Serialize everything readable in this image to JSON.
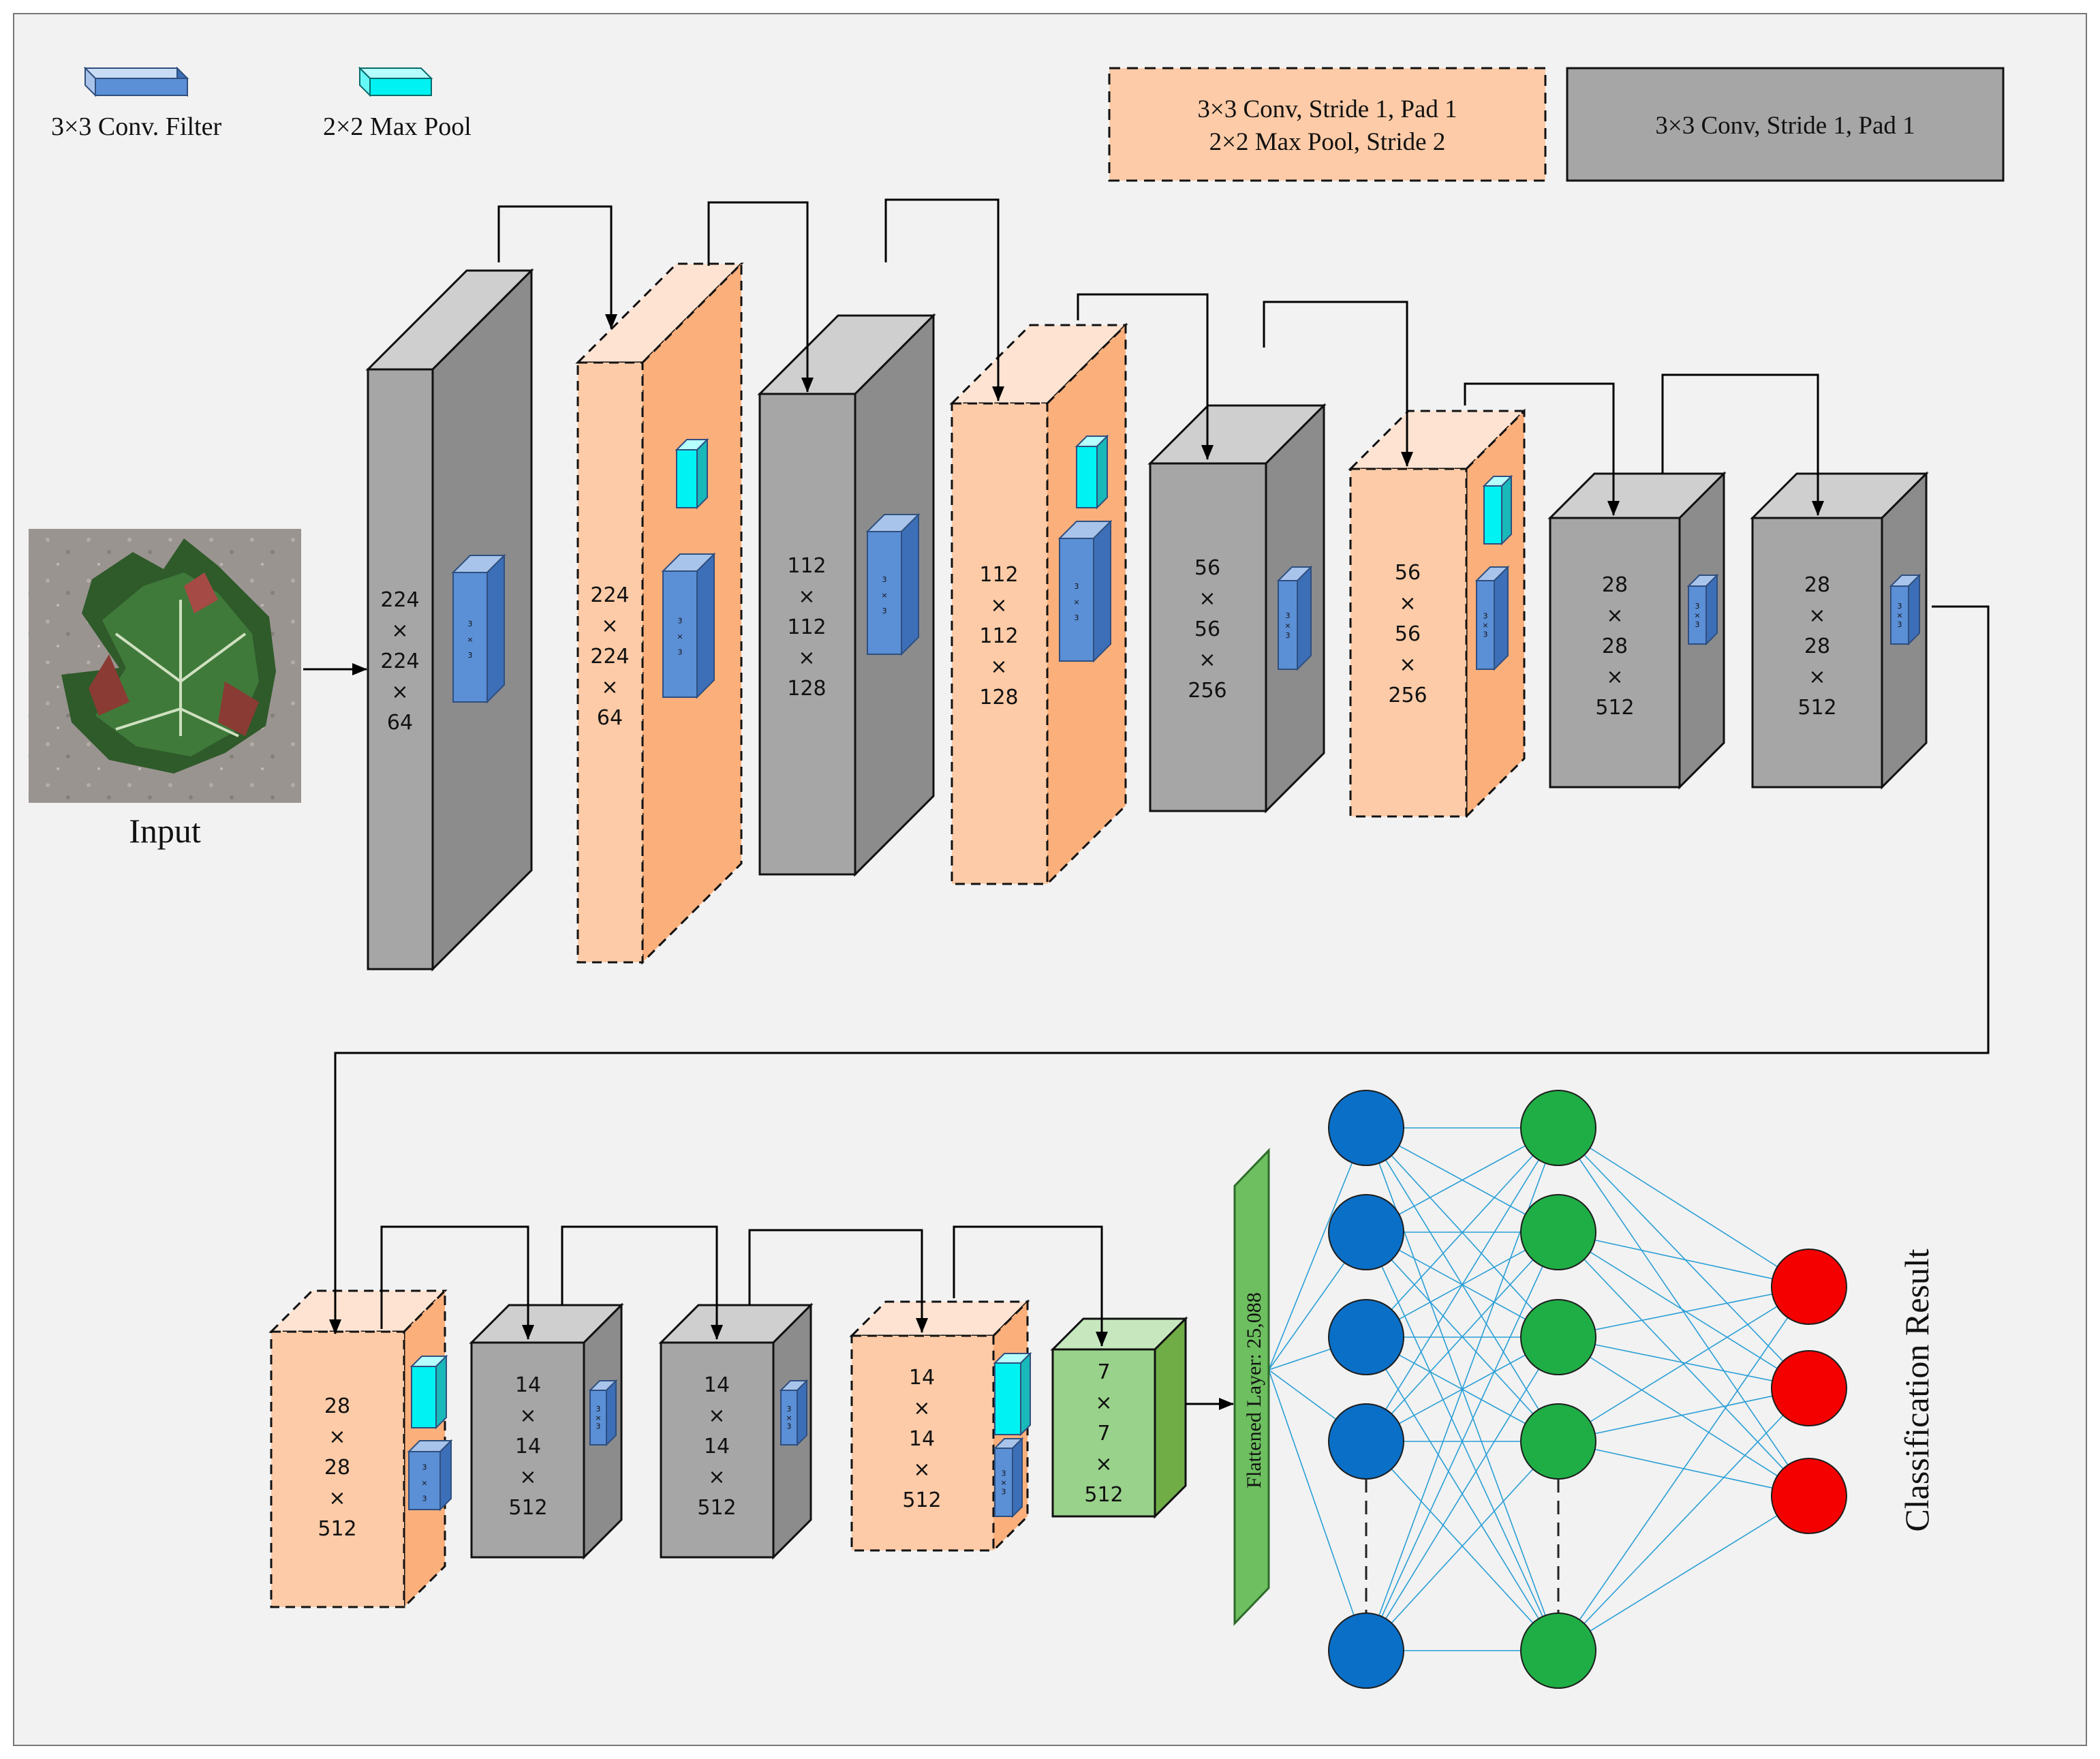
{
  "legend": {
    "conv_filter_label": "3×3 Conv. Filter",
    "max_pool_label": "2×2 Max Pool",
    "conv_pool_box_line1": "3×3 Conv, Stride 1, Pad 1",
    "conv_pool_box_line2": "2×2 Max Pool, Stride 2",
    "conv_box": "3×3 Conv, Stride 1, Pad 1"
  },
  "input_label": "Input",
  "filter_label": [
    "3",
    "×",
    "3"
  ],
  "blocks": [
    {
      "kind": "conv",
      "lines": [
        "224",
        "×",
        "224",
        "×",
        "64"
      ]
    },
    {
      "kind": "pool",
      "lines": [
        "224",
        "×",
        "224",
        "×",
        "64"
      ]
    },
    {
      "kind": "conv",
      "lines": [
        "112",
        "×",
        "112",
        "×",
        "128"
      ]
    },
    {
      "kind": "pool",
      "lines": [
        "112",
        "×",
        "112",
        "×",
        "128"
      ]
    },
    {
      "kind": "conv",
      "lines": [
        "56",
        "×",
        "56",
        "×",
        "256"
      ]
    },
    {
      "kind": "pool",
      "lines": [
        "56",
        "×",
        "56",
        "×",
        "256"
      ]
    },
    {
      "kind": "conv",
      "lines": [
        "28",
        "×",
        "28",
        "×",
        "512"
      ]
    },
    {
      "kind": "conv",
      "lines": [
        "28",
        "×",
        "28",
        "×",
        "512"
      ]
    },
    {
      "kind": "pool",
      "lines": [
        "28",
        "×",
        "28",
        "×",
        "512"
      ]
    },
    {
      "kind": "conv",
      "lines": [
        "14",
        "×",
        "14",
        "×",
        "512"
      ]
    },
    {
      "kind": "conv",
      "lines": [
        "14",
        "×",
        "14",
        "×",
        "512"
      ]
    },
    {
      "kind": "pool",
      "lines": [
        "14",
        "×",
        "14",
        "×",
        "512"
      ]
    },
    {
      "kind": "output",
      "lines": [
        "7",
        "×",
        "7",
        "×",
        "512"
      ]
    }
  ],
  "flattened_label": "Flattened Layer: 25,088",
  "classification_label": "Classification Result",
  "colors": {
    "conv_front": "#a6a6a6",
    "conv_top": "#cfcfcf",
    "conv_side": "#8c8c8c",
    "pool_front": "#fdcba7",
    "pool_top": "#fee3d2",
    "pool_side": "#fbaf7b",
    "out_front": "#99d28a",
    "out_top": "#c7e7be",
    "out_side": "#70ad47",
    "filter_front": "#5b8fd6",
    "maxpool_front": "#00f2f2",
    "hidden1": "#0a6fc7",
    "hidden2": "#1fae45",
    "output_nodes": "#f50000",
    "links": "#2a9fd6"
  }
}
